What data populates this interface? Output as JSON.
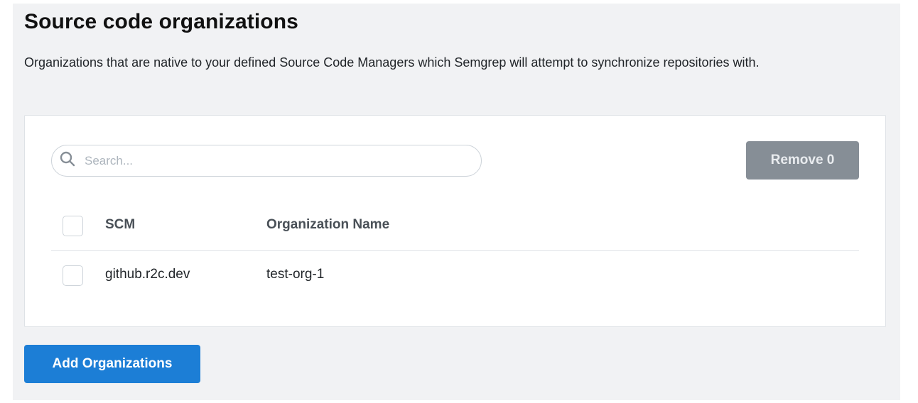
{
  "section": {
    "title": "Source code organizations",
    "description": "Organizations that are native to your defined Source Code Managers which Semgrep will attempt to synchronize repositories with."
  },
  "toolbar": {
    "search_placeholder": "Search...",
    "search_value": "",
    "search_icon": "search-icon",
    "remove_label": "Remove 0"
  },
  "table": {
    "columns": [
      "SCM",
      "Organization Name"
    ],
    "rows": [
      {
        "scm": "github.r2c.dev",
        "organization": "test-org-1",
        "checked": false
      }
    ]
  },
  "footer": {
    "add_label": "Add Organizations"
  },
  "colors": {
    "panel_bg": "#f1f2f4",
    "primary": "#1c7ed6",
    "disabled_button": "#868e96"
  }
}
